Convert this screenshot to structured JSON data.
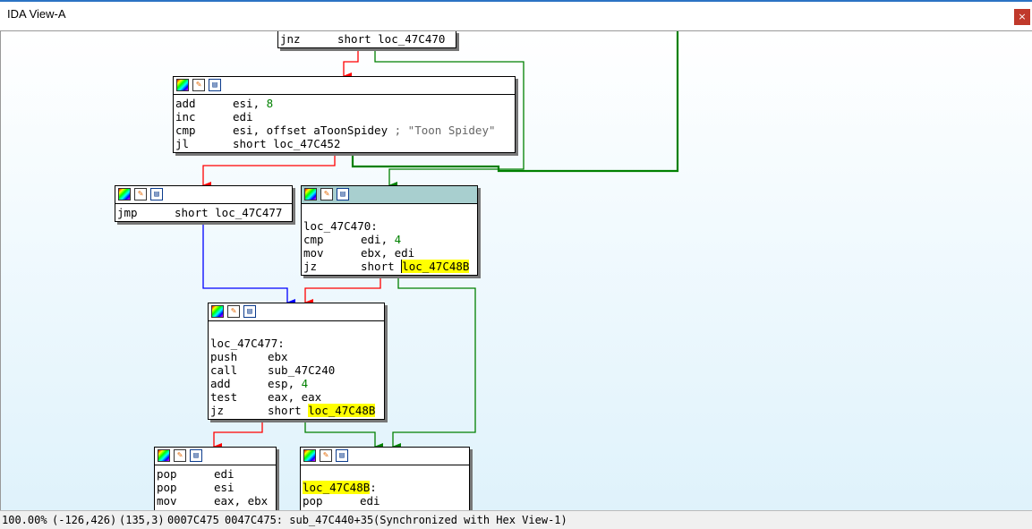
{
  "window": {
    "title": "IDA View-A",
    "close_glyph": "×"
  },
  "colors": {
    "true_edge": "#008000",
    "false_edge": "#ff0000",
    "jump_edge": "#0000ff",
    "selected_header": "#a8cfcf",
    "highlight": "#ffff00"
  },
  "header_icons": [
    "graph-color-icon",
    "edit-node-icon",
    "group-node-icon"
  ],
  "nodes": {
    "top": {
      "l0": {
        "mn": "jnz",
        "op": "short loc_47C470"
      }
    },
    "add_block": {
      "l0": {
        "mn": "add",
        "op": "esi, ",
        "num": "8"
      },
      "l1": {
        "mn": "inc",
        "op": "edi"
      },
      "l2": {
        "mn": "cmp",
        "op": "esi, offset aToonSpidey",
        "cmt": " ; \"Toon Spidey\""
      },
      "l3": {
        "mn": "jl",
        "op": "short loc_47C452"
      }
    },
    "jmp_block": {
      "l0": {
        "mn": "jmp",
        "op": "short loc_47C477"
      }
    },
    "loc470": {
      "label": "loc_47C470:",
      "l0": {
        "mn": "cmp",
        "op": "edi, ",
        "num": "4"
      },
      "l1": {
        "mn": "mov",
        "op": "ebx, edi"
      },
      "l2": {
        "mn": "jz",
        "op": "short ",
        "cursor": "l",
        "hl": "oc_47C48B"
      }
    },
    "loc477": {
      "label": "loc_47C477:",
      "l0": {
        "mn": "push",
        "op": "ebx"
      },
      "l1": {
        "mn": "call",
        "op": "sub_47C240"
      },
      "l2": {
        "mn": "add",
        "op": "esp, ",
        "num": "4"
      },
      "l3": {
        "mn": "test",
        "op": "eax, eax"
      },
      "l4": {
        "mn": "jz",
        "op": "short ",
        "hl": "loc_47C48B"
      }
    },
    "pop_block": {
      "l0": {
        "mn": "pop",
        "op": "edi"
      },
      "l1": {
        "mn": "pop",
        "op": "esi"
      },
      "l2": {
        "mn": "mov",
        "op": "eax, ebx"
      }
    },
    "loc48b": {
      "label_hl": "loc_47C48B",
      "label_tail": ":",
      "l0": {
        "mn": "pop",
        "op": "edi"
      }
    }
  },
  "status": {
    "zoom": "100.00%",
    "graph_coords": "(-126,426)",
    "cursor_pos": "(135,3)",
    "file_offset": "0007C475",
    "address": "0047C475: sub_47C440+35",
    "sync": "(Synchronized with Hex View-1)"
  }
}
